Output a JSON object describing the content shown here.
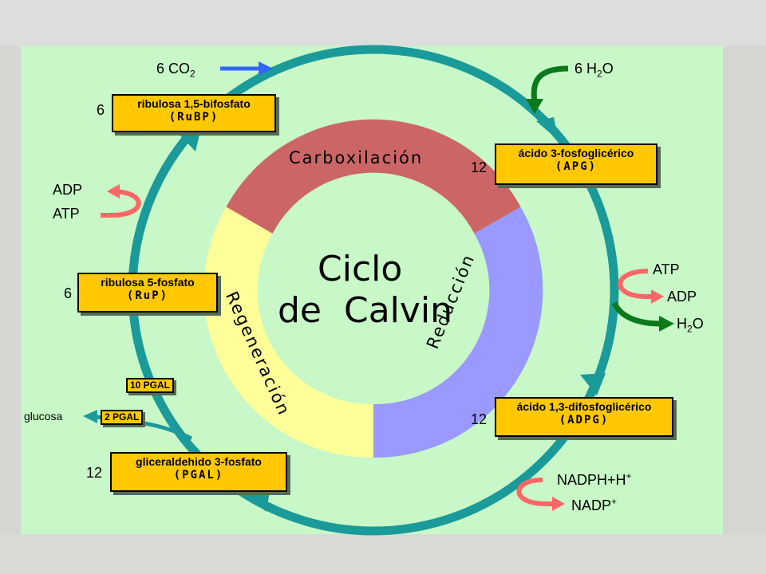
{
  "center": {
    "line1": "Ciclo",
    "line2": "de  Calvin"
  },
  "phases": {
    "carboxylation": "Carboxilación",
    "reduction": "Reducción",
    "regeneration": "Regeneración"
  },
  "boxes": {
    "rubp": {
      "coef": "6",
      "name": "ribulosa 1,5-bifosfato",
      "abbr": "(RuBP)"
    },
    "apg": {
      "coef": "12",
      "name": "ácido 3-fosfoglicérico",
      "abbr": "(APG)"
    },
    "adpg": {
      "coef": "12",
      "name": "ácido 1,3-difosfoglicérico",
      "abbr": "(ADPG)"
    },
    "pgal": {
      "coef": "12",
      "name": "gliceraldehido 3-fosfato",
      "abbr": "(PGAL)"
    },
    "rup": {
      "coef": "6",
      "name": "ribulosa 5-fosfato",
      "abbr": "(RuP)"
    }
  },
  "small_boxes": {
    "pgal10": "10 PGAL",
    "pgal2": "2 PGAL"
  },
  "labels": {
    "co2_coef": "6 CO",
    "co2_sub": "2",
    "h2o_in_coef": "6 H",
    "h2o_in_sub": "2",
    "h2o_in_end": "O",
    "adp_left": "ADP",
    "atp_left": "ATP",
    "atp_right": "ATP",
    "adp_right": "ADP",
    "h2o_out": "H",
    "h2o_out_sub": "2",
    "h2o_out_end": "O",
    "nadph": "NADPH+H",
    "nadph_sup": "+",
    "nadp": "NADP",
    "nadp_sup": "+",
    "glucosa": "glucosa"
  },
  "colors": {
    "cycle": "#1b9a9a",
    "carboxylation": "#cc6666",
    "reduction": "#9999ff",
    "regeneration": "#ffff99",
    "box": "#ffc800",
    "co2_arrow": "#3366ff",
    "water_arrow": "#0a7a1a",
    "energy_arrow": "#ff6666"
  }
}
